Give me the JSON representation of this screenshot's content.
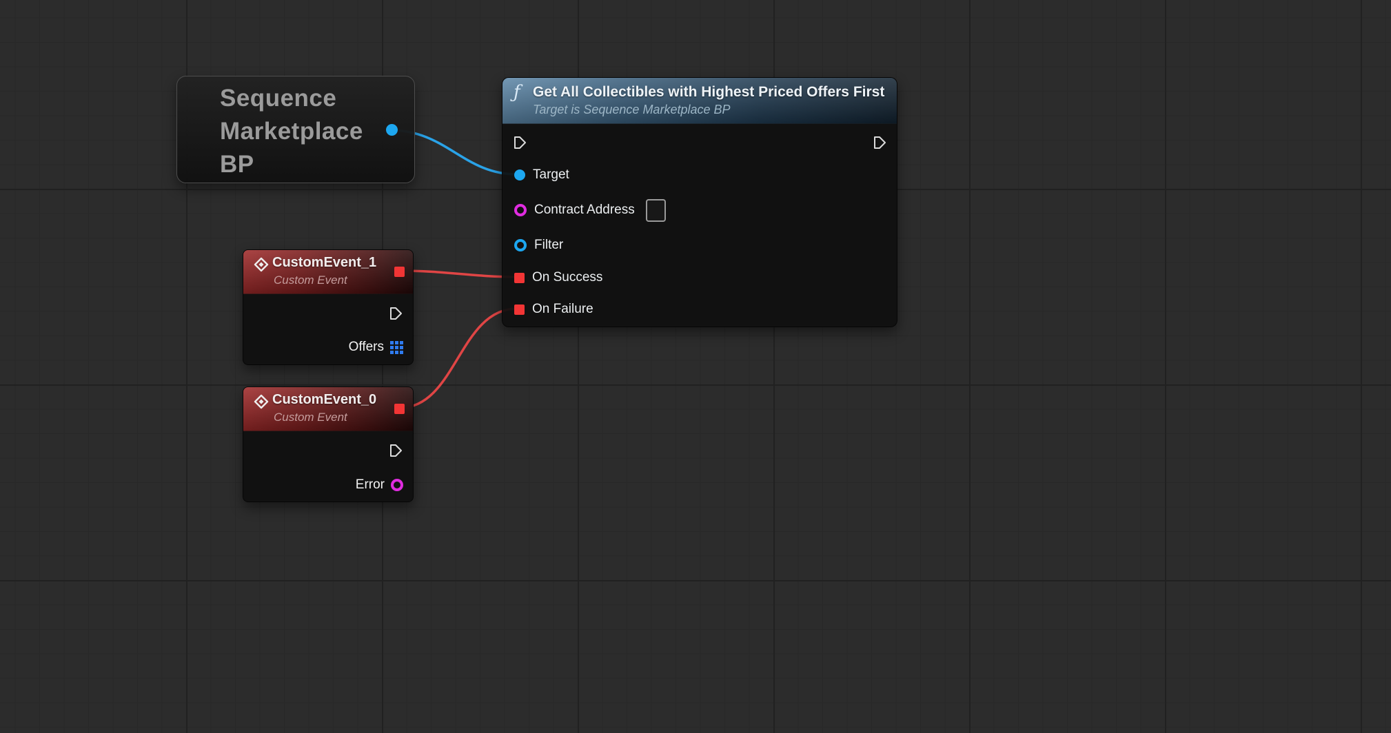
{
  "app": "Unreal Engine Blueprint Graph Editor",
  "colors": {
    "canvas_bg": "#2c2c2c",
    "exec_pin": "#e0e0e0",
    "object_pin_blue": "#1da7f0",
    "string_pin_magenta": "#e02ce0",
    "delegate_pin_red": "#f23535",
    "wire_blue": "#2aa3e8",
    "wire_red": "#e04545",
    "function_header": "#3a5f7d",
    "event_header": "#7d1e1e"
  },
  "nodes": {
    "sequence_bp": {
      "line1": "Sequence",
      "line2": "Marketplace",
      "line3": "BP"
    },
    "fn": {
      "icon": "ƒ",
      "title": "Get All Collectibles with Highest Priced Offers First",
      "subtitle": "Target is Sequence Marketplace BP",
      "pins": {
        "target": "Target",
        "contract_address": "Contract Address",
        "filter": "Filter",
        "on_success": "On Success",
        "on_failure": "On Failure"
      }
    },
    "ev1": {
      "title": "CustomEvent_1",
      "subtitle": "Custom Event",
      "out_label": "Offers"
    },
    "ev0": {
      "title": "CustomEvent_0",
      "subtitle": "Custom Event",
      "out_label": "Error"
    }
  },
  "wires": [
    {
      "name": "sequence-bp-to-target",
      "color": "#2aa3e8"
    },
    {
      "name": "customevent1-to-on-success",
      "color": "#e04545"
    },
    {
      "name": "customevent0-to-on-failure",
      "color": "#e04545"
    }
  ]
}
